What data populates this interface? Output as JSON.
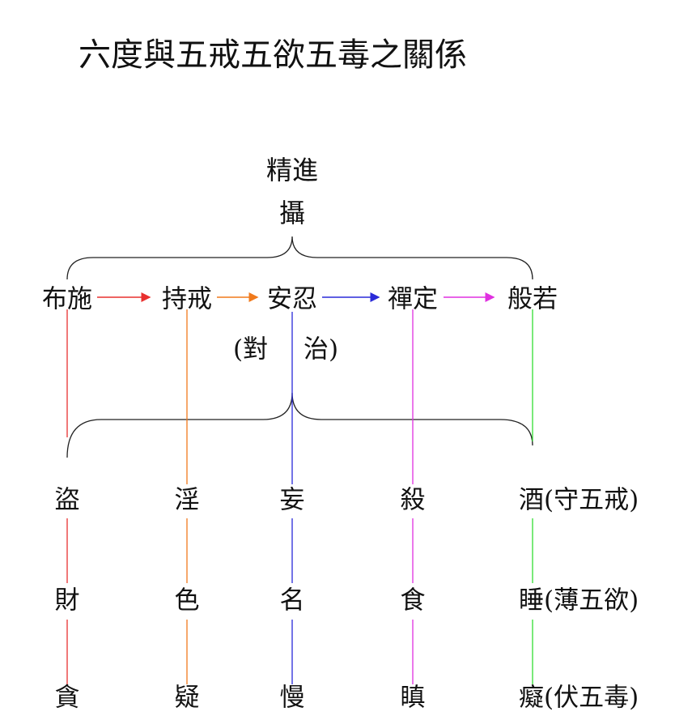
{
  "title": "六度與五戒五欲五毒之關係",
  "top_label": {
    "line1": "精進",
    "line2": "攝"
  },
  "paramitas": [
    "布施",
    "持戒",
    "安忍",
    "禪定",
    "般若"
  ],
  "middle_label": {
    "left": "(對",
    "right": "治)"
  },
  "precepts_row": [
    "盜",
    "淫",
    "妄",
    "殺",
    "酒(守五戒)"
  ],
  "desires_row": [
    "財",
    "色",
    "名",
    "食",
    "睡(薄五欲)"
  ],
  "poisons_row": [
    "貪",
    "疑",
    "慢",
    "瞋",
    "癡(伏五毒)"
  ],
  "colors": {
    "col1": "#e8302f",
    "col2": "#f07a1c",
    "col3": "#2a2ad8",
    "col4": "#e030e0",
    "col5": "#33dd33",
    "brace": "#222222"
  }
}
